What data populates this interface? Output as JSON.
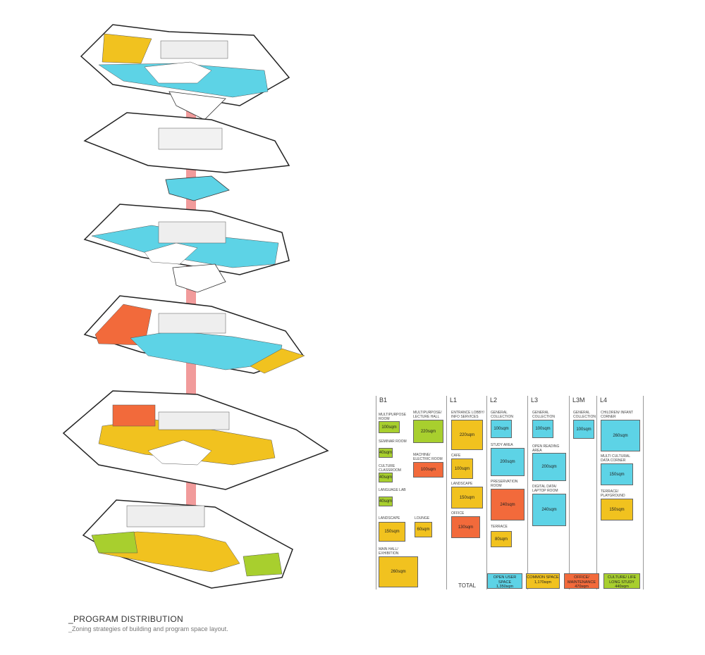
{
  "colors": {
    "open_user_space": "#5dd3e6",
    "common_space": "#f1c21f",
    "office_maintenance": "#f26a3b",
    "culture_life_long_study": "#a8cf2e",
    "core": "#ef8a8a"
  },
  "columns": [
    {
      "key": "B1",
      "label": "B1",
      "items": [
        {
          "label": "MULTIPURPOSE ROOM",
          "value": "100sqm",
          "category": "culture_life_long_study"
        },
        {
          "label": "SEMINAR ROOM",
          "value": "40sqm",
          "category": "culture_life_long_study"
        },
        {
          "label": "CULTURE CLASSROOM",
          "value": "40sqm",
          "category": "culture_life_long_study"
        },
        {
          "label": "LANGUAGE LAB",
          "value": "40sqm",
          "category": "culture_life_long_study"
        },
        {
          "label": "LANDSCAPE",
          "value": "150sqm",
          "category": "common_space"
        },
        {
          "label": "MAIN HALL/ EXHIBITION",
          "value": "260sqm",
          "category": "common_space"
        },
        {
          "label": "MULTIPURPOSE/ LECTURE HALL",
          "value": "220sqm",
          "category": "culture_life_long_study"
        },
        {
          "label": "MACHINE/ ELECTRIC ROOM",
          "value": "100sqm",
          "category": "office_maintenance"
        },
        {
          "label": "LOUNGE",
          "value": "60sqm",
          "category": "common_space"
        }
      ]
    },
    {
      "key": "L1",
      "label": "L1",
      "items": [
        {
          "label": "ENTRANCE LOBBY/ INFO SERVICES",
          "value": "220sqm",
          "category": "common_space"
        },
        {
          "label": "CAFE",
          "value": "100sqm",
          "category": "common_space"
        },
        {
          "label": "LANDSCAPE",
          "value": "150sqm",
          "category": "common_space"
        },
        {
          "label": "OFFICE",
          "value": "130sqm",
          "category": "office_maintenance"
        }
      ]
    },
    {
      "key": "L2",
      "label": "L2",
      "items": [
        {
          "label": "GENERAL COLLECTION",
          "value": "100sqm",
          "category": "open_user_space"
        },
        {
          "label": "STUDY AREA",
          "value": "200sqm",
          "category": "open_user_space"
        },
        {
          "label": "PRESERVATION ROOM",
          "value": "240sqm",
          "category": "office_maintenance"
        },
        {
          "label": "TERRACE",
          "value": "80sqm",
          "category": "common_space"
        }
      ]
    },
    {
      "key": "L3",
      "label": "L3",
      "items": [
        {
          "label": "GENERAL COLLECTION",
          "value": "100sqm",
          "category": "open_user_space"
        },
        {
          "label": "OPEN READING AREA",
          "value": "200sqm",
          "category": "open_user_space"
        },
        {
          "label": "DIGITAL DATA/ LAPTOP ROOM",
          "value": "240sqm",
          "category": "open_user_space"
        }
      ]
    },
    {
      "key": "L3M",
      "label": "L3M",
      "items": [
        {
          "label": "GENERAL COLLECTION",
          "value": "100sqm",
          "category": "open_user_space"
        }
      ]
    },
    {
      "key": "L4",
      "label": "L4",
      "items": [
        {
          "label": "CHILDREN/ INFANT CORNER",
          "value": "260sqm",
          "category": "open_user_space"
        },
        {
          "label": "MULTI CULTURAL DATA CORNER",
          "value": "150sqm",
          "category": "open_user_space"
        },
        {
          "label": "TERRACE/ PLAYGROUND",
          "value": "150sqm",
          "category": "common_space"
        }
      ]
    }
  ],
  "total": {
    "label": "TOTAL",
    "items": [
      {
        "label": "OPEN USER SPACE",
        "value": "1,350sqm",
        "category": "open_user_space"
      },
      {
        "label": "COMMON SPACE",
        "value": "1,170sqm",
        "category": "common_space"
      },
      {
        "label": "OFFICE/ MAINTENANCE",
        "value": "470sqm",
        "category": "office_maintenance"
      },
      {
        "label": "CULTURE/ LIFE LONG STUDY",
        "value": "440sqm",
        "category": "culture_life_long_study"
      }
    ]
  },
  "caption": {
    "title": "_PROGRAM DISTRIBUTION",
    "subtitle": "_Zoning  strategies of building and program space layout."
  }
}
